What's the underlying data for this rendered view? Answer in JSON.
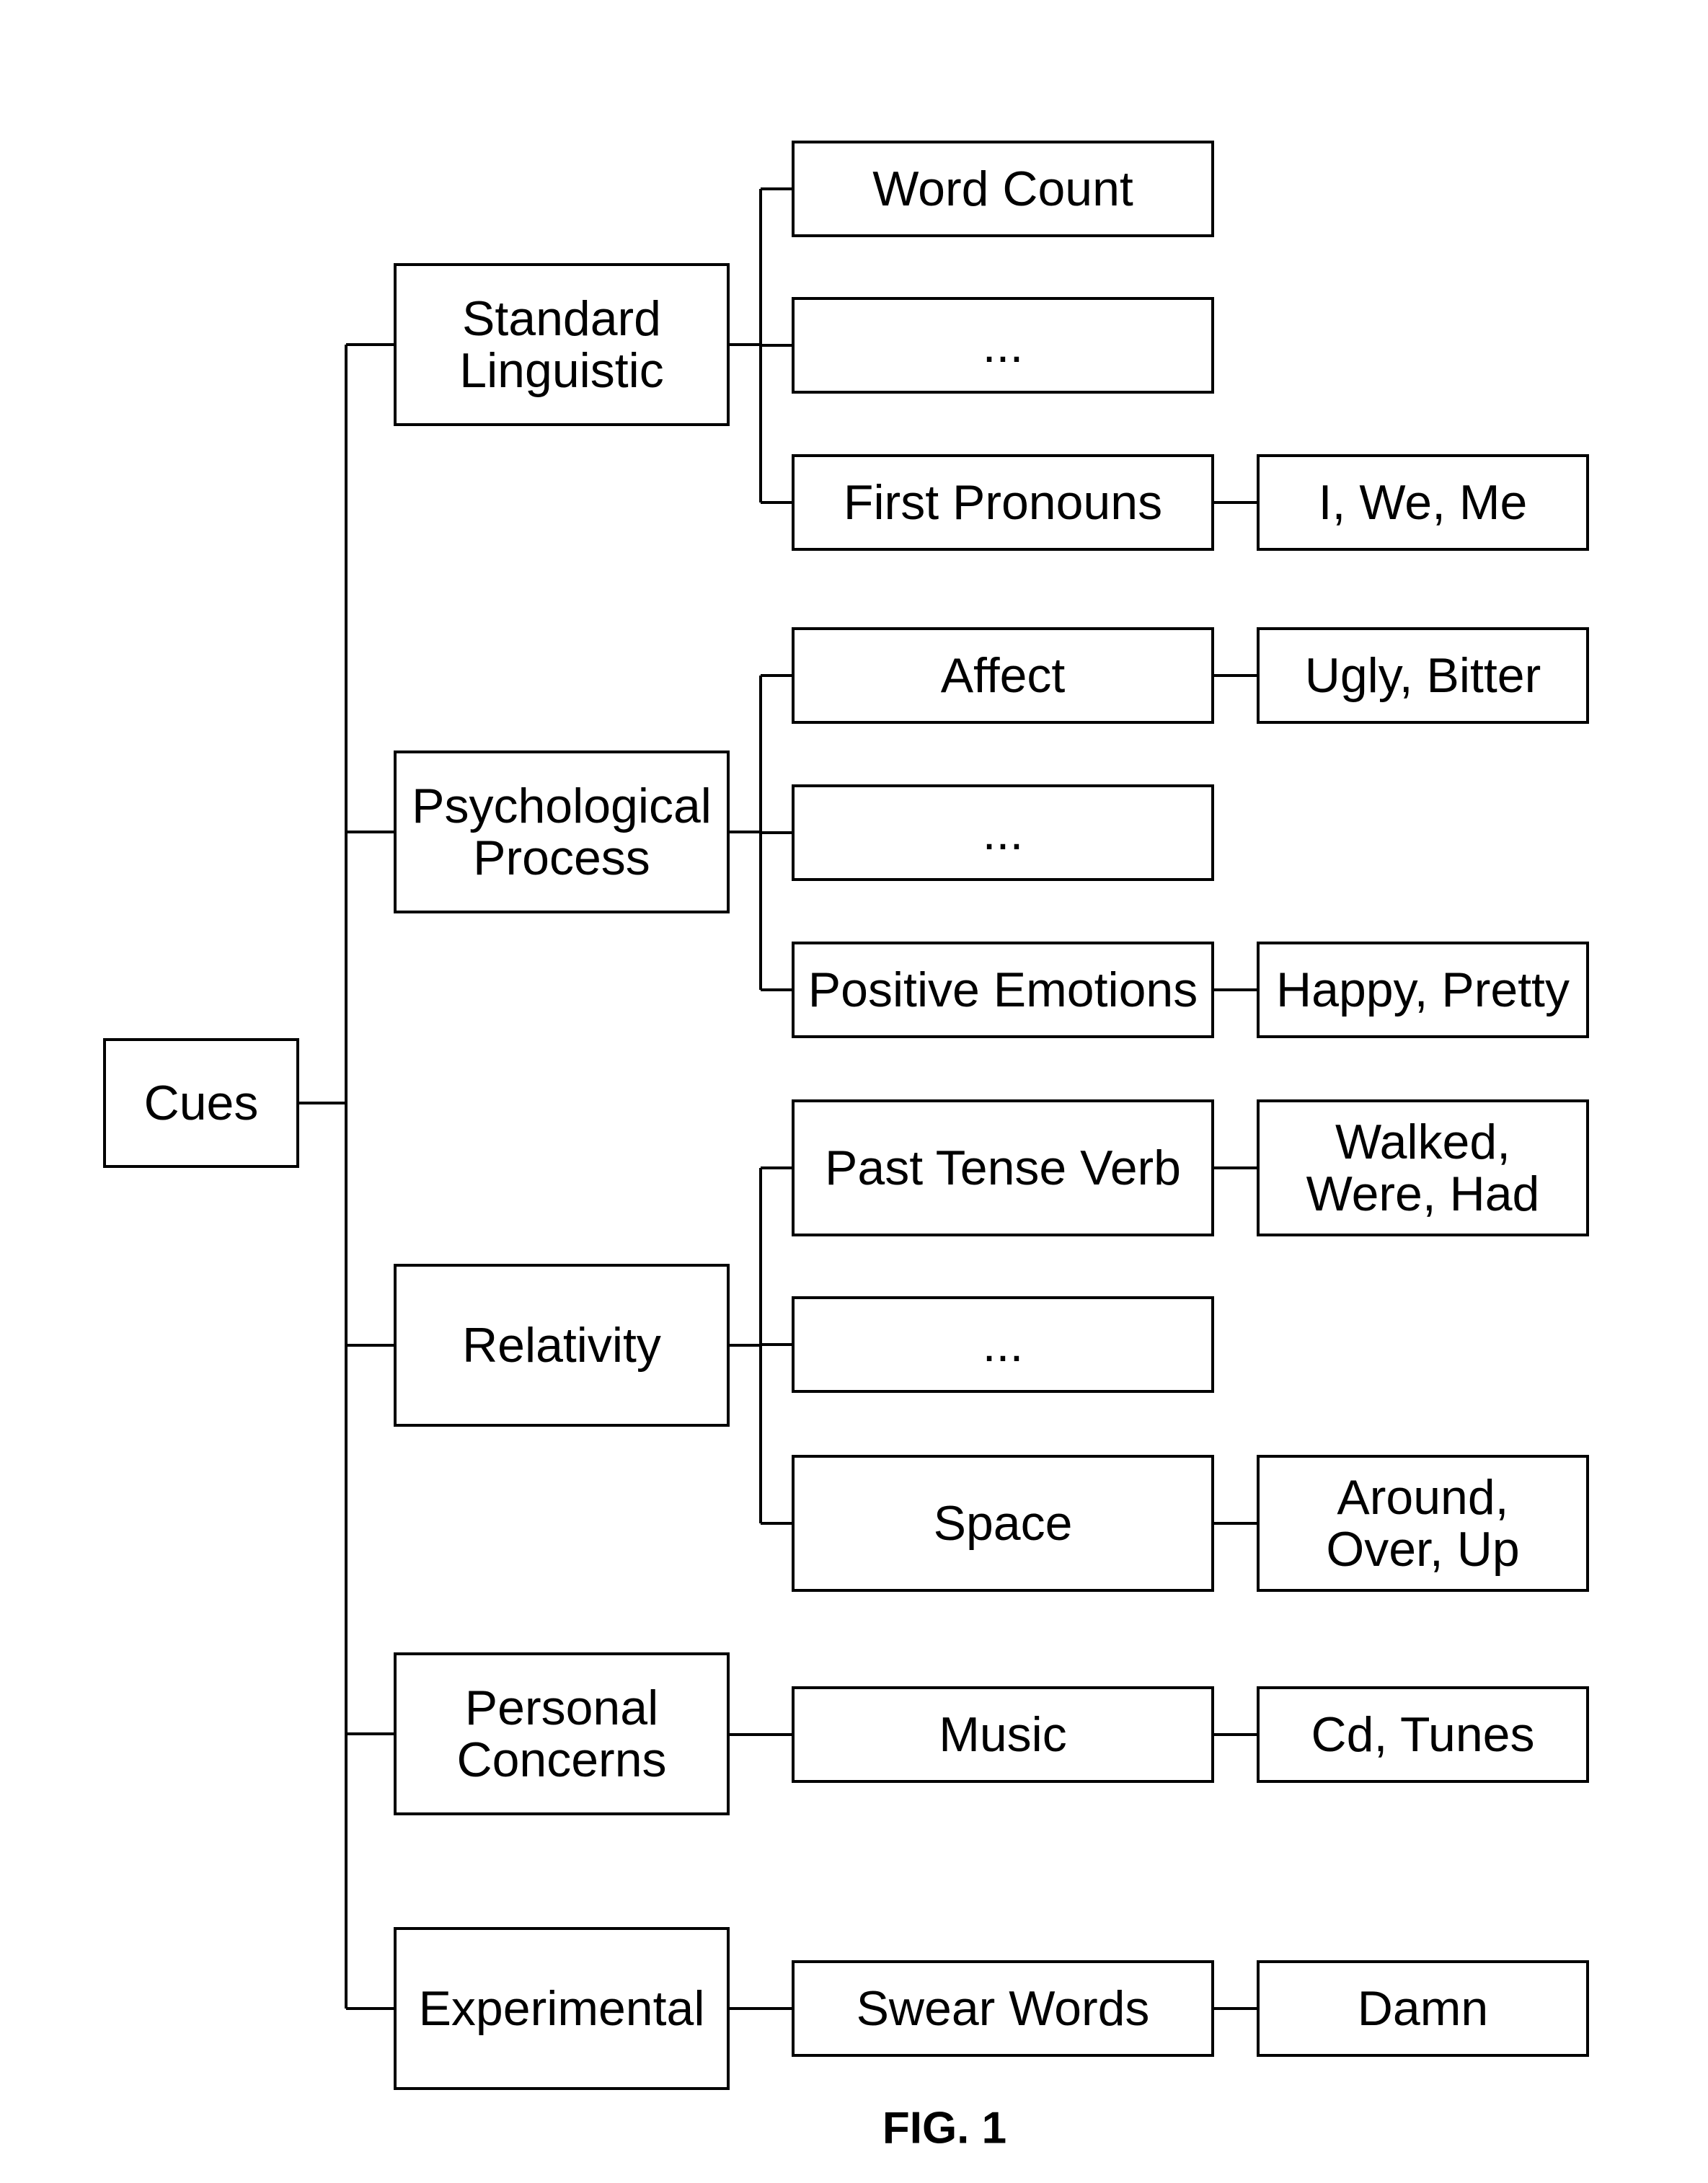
{
  "root": {
    "label": "Cues"
  },
  "categories": [
    {
      "label_lines": [
        "Standard",
        "Linguistic"
      ],
      "features": [
        {
          "label": "Word Count",
          "examples": []
        },
        {
          "label": "...",
          "examples": []
        },
        {
          "label": "First Pronouns",
          "examples": [
            "I, We, Me"
          ]
        }
      ]
    },
    {
      "label_lines": [
        "Psychological",
        "Process"
      ],
      "features": [
        {
          "label": "Affect",
          "examples": [
            "Ugly, Bitter"
          ]
        },
        {
          "label": "...",
          "examples": []
        },
        {
          "label": "Positive Emotions",
          "examples": [
            "Happy, Pretty"
          ]
        }
      ]
    },
    {
      "label_lines": [
        "Relativity"
      ],
      "features": [
        {
          "label": "Past Tense Verb",
          "examples": [
            "Walked,",
            "Were, Had"
          ]
        },
        {
          "label": "...",
          "examples": []
        },
        {
          "label": "Space",
          "examples": [
            "Around,",
            "Over, Up"
          ]
        }
      ]
    },
    {
      "label_lines": [
        "Personal",
        "Concerns"
      ],
      "features": [
        {
          "label": "Music",
          "examples": [
            "Cd, Tunes"
          ]
        }
      ]
    },
    {
      "label_lines": [
        "Experimental"
      ],
      "features": [
        {
          "label": "Swear Words",
          "examples": [
            "Damn"
          ]
        }
      ]
    }
  ],
  "caption": "FIG. 1"
}
